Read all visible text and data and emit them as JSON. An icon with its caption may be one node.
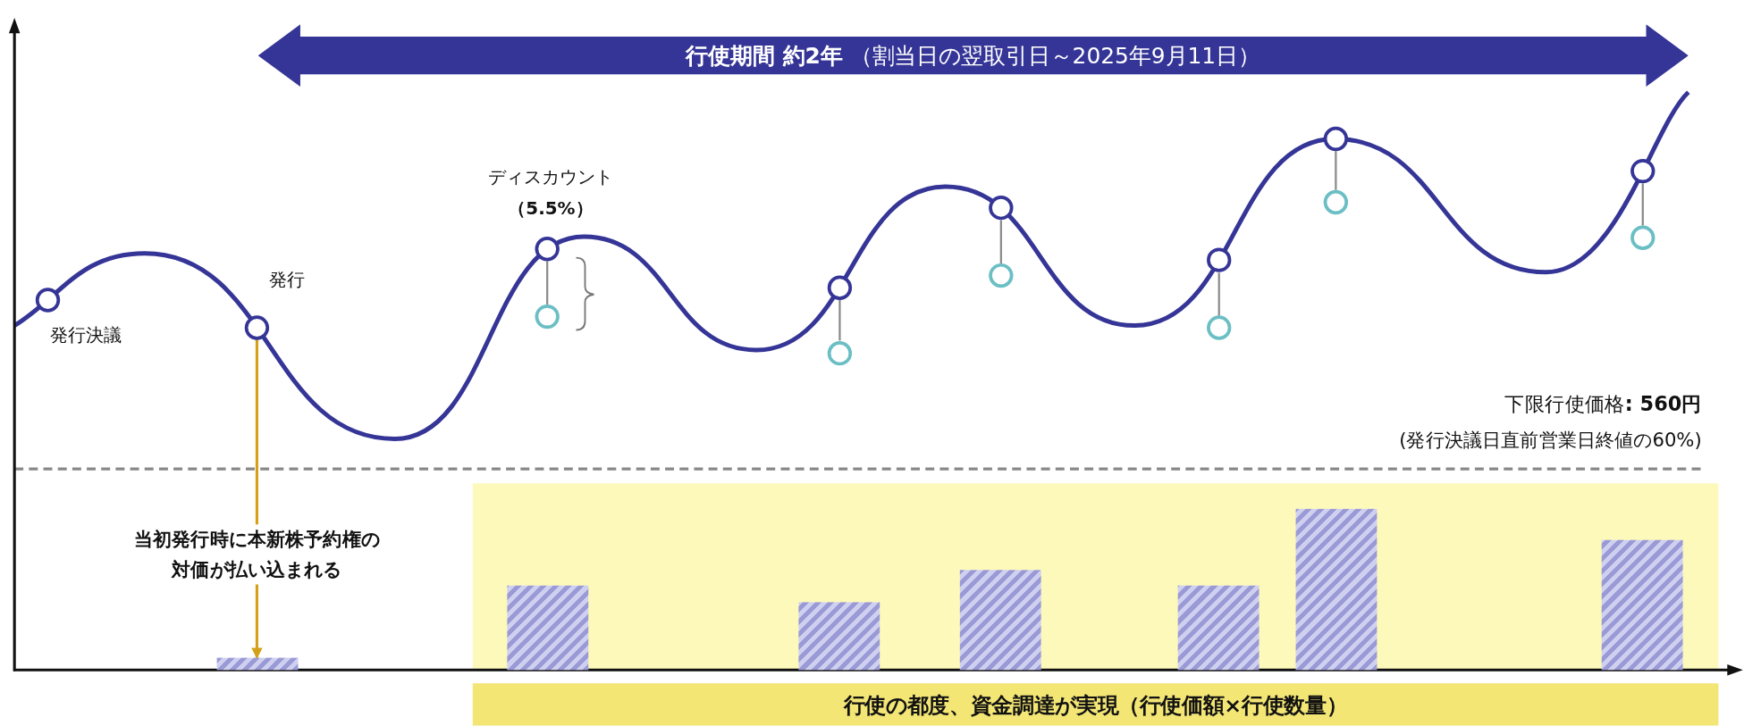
{
  "diagram": {
    "nodes": [
      {
        "text": [
          "**行使期間 約2年** （割当日の翌取引日～2025年9月11日）"
        ]
      },
      {
        "text": [],
        "shape": "circle",
        "beside": [
          "発行決議"
        ]
      },
      {
        "text": [],
        "shape": "circle",
        "beside": [
          "発行"
        ]
      },
      {
        "text": [],
        "shape": "circle",
        "beside": [
          "ディスカウント**（5.5%）**"
        ]
      },
      {
        "text": [],
        "shape": "circle"
      },
      {
        "text": [],
        "shape": "circle"
      },
      {
        "text": [],
        "shape": "circle"
      },
      {
        "text": [],
        "shape": "circle"
      },
      {
        "text": [],
        "shape": "circle"
      },
      {
        "text": [],
        "shape": "circle"
      },
      {
        "text": [],
        "shape": "circle"
      },
      {
        "text": [],
        "shape": "circle"
      },
      {
        "text": [],
        "shape": "circle"
      },
      {
        "text": [],
        "shape": "circle"
      },
      {
        "text": [],
        "shape": "circle"
      },
      {
        "text": [],
        "shape": "bar"
      },
      {
        "text": [],
        "shape": "bar"
      },
      {
        "text": [],
        "shape": "bar"
      },
      {
        "text": [],
        "shape": "bar"
      },
      {
        "text": [],
        "shape": "bar"
      },
      {
        "text": [],
        "shape": "bar"
      },
      {
        "text": [],
        "shape": "bar"
      },
      {
        "text": [
          "行使の都度、資金調達が実現（行使価額×行使数量）"
        ]
      }
    ],
    "edges": [
      {
        "from": 3,
        "to": 9,
        "arrow": "none"
      },
      {
        "from": 4,
        "to": 10,
        "arrow": "none"
      },
      {
        "from": 5,
        "to": 11,
        "arrow": "none"
      },
      {
        "from": 6,
        "to": 12,
        "arrow": "none"
      },
      {
        "from": 7,
        "to": 13,
        "arrow": "none"
      },
      {
        "from": 8,
        "to": 14,
        "arrow": "none"
      },
      {
        "from": 2,
        "to": 15,
        "arrow": "to",
        "label": "当初発行時に本新株予約権の対価が払い込まれる",
        "color": "#d4a017"
      }
    ],
    "labels": [
      "下限行使価格**: 560円**",
      "(発行決議日直前営業日終値の60%)"
    ]
  }
}
